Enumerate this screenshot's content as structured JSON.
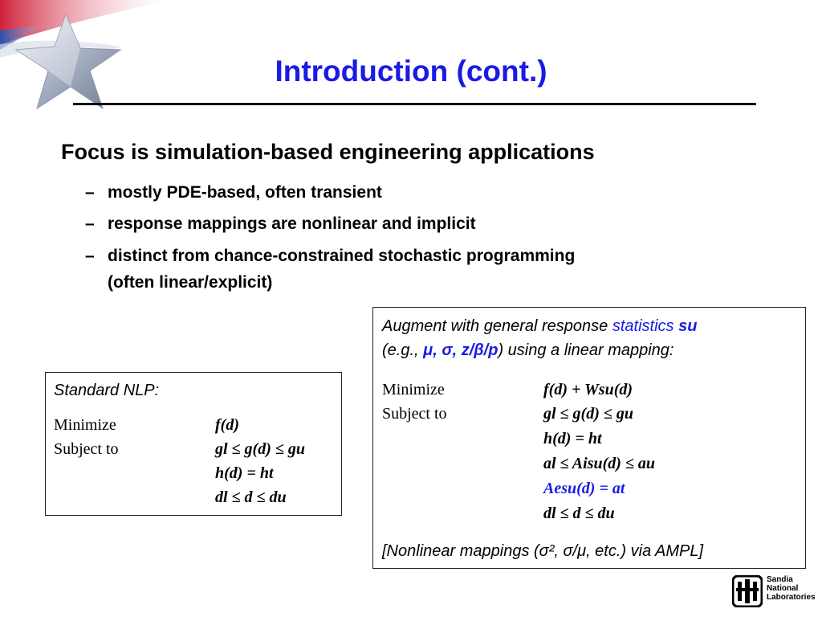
{
  "slide": {
    "title": "Introduction (cont.)",
    "heading": "Focus is simulation-based engineering applications",
    "bullets": [
      {
        "dash": "–",
        "line1": "mostly PDE-based, often transient"
      },
      {
        "dash": "–",
        "line1": "response mappings are nonlinear and implicit"
      },
      {
        "dash": "–",
        "line1": "distinct from chance-constrained stochastic programming",
        "line2": "(often linear/explicit)"
      }
    ]
  },
  "nlp_box": {
    "label": "Standard NLP:",
    "minimize": "Minimize",
    "subject_to": "Subject to",
    "obj": "f(d)",
    "c1": "gl ≤ g(d) ≤ gu",
    "c2": "h(d) = ht",
    "c3": "dl ≤ d ≤ du"
  },
  "aug_box": {
    "label_pre": "Augment with general response",
    "label_stat": "statistics",
    "label_su": "su",
    "label_line2_pre": "(e.g., ",
    "label_line2_syms": "μ, σ, z/β/p",
    "label_line2_post": ") using a linear mapping:",
    "minimize": "Minimize",
    "subject_to": "Subject to",
    "obj": "f(d) + Wsu(d)",
    "c1": "gl ≤ g(d) ≤ gu",
    "c2": "h(d) = ht",
    "c3": "al ≤ Aisu(d) ≤ au",
    "c4": "Aesu(d) = at",
    "c5": "dl ≤ d ≤ du",
    "footer": "[Nonlinear mappings (σ², σ/μ, etc.) via AMPL]"
  },
  "logo": {
    "line1": "Sandia",
    "line2": "National",
    "line3": "Laboratories"
  },
  "colors": {
    "title": "#1a1ae6",
    "accent_blue": "#1a1ae6",
    "text": "#000000"
  }
}
